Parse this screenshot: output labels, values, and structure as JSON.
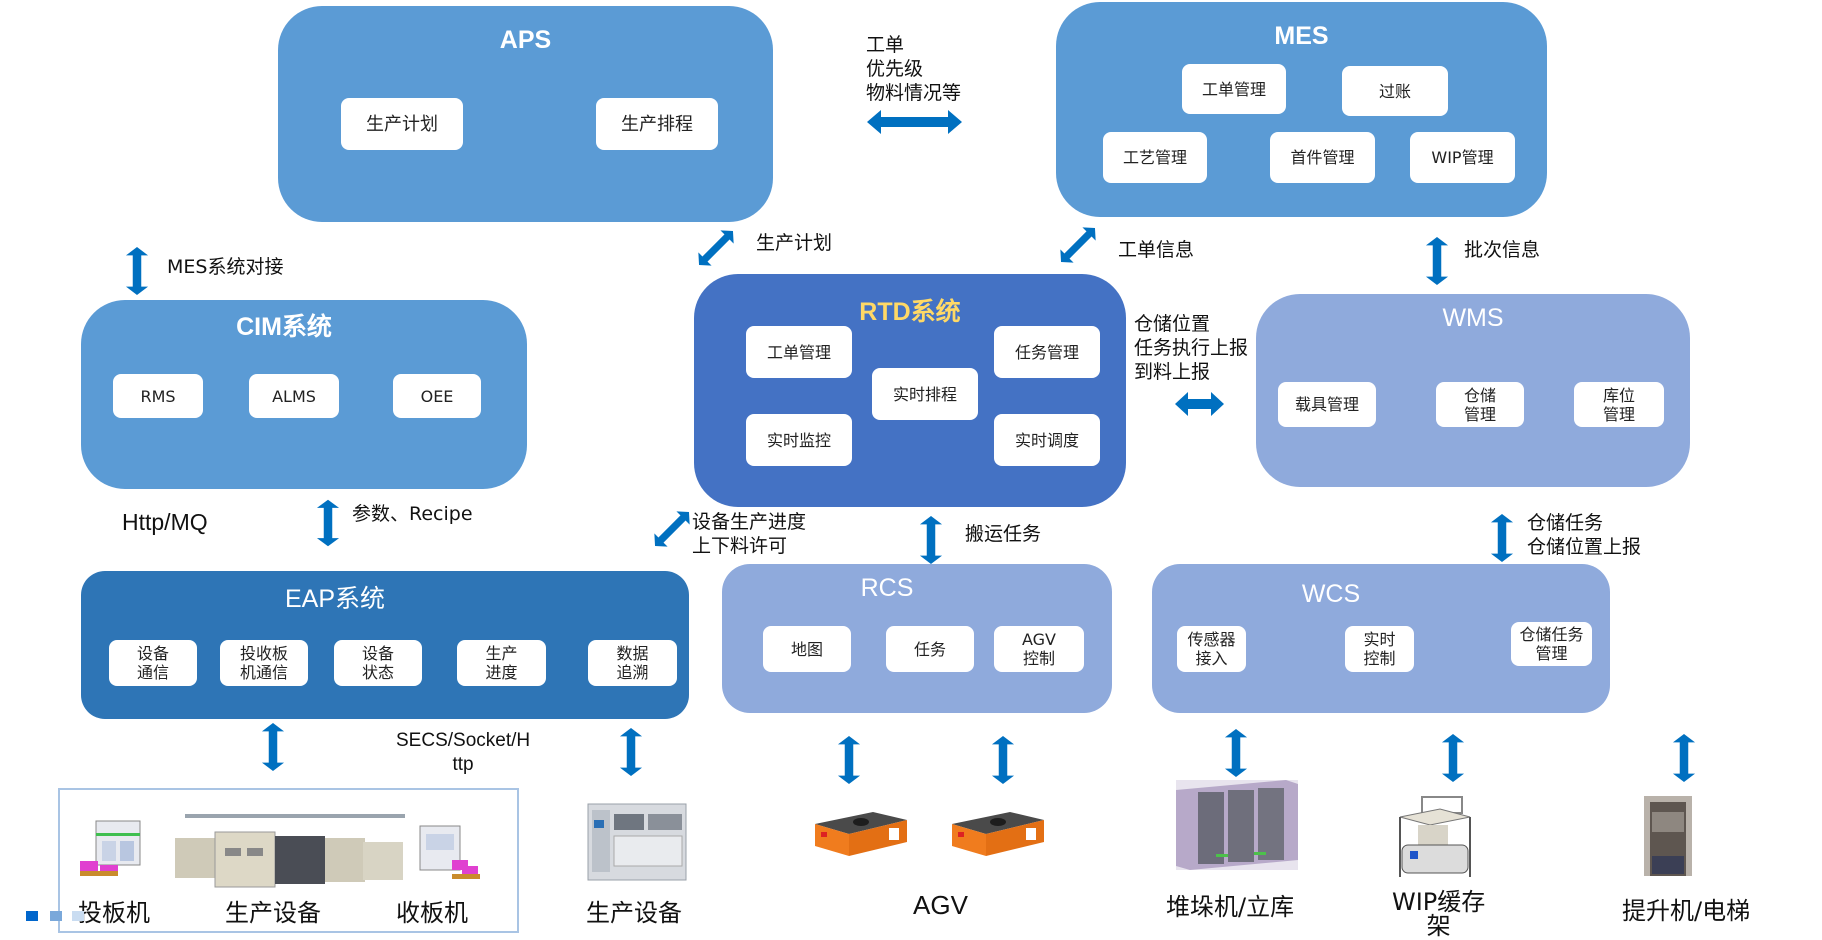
{
  "systems": {
    "aps": {
      "title": "APS",
      "modules": [
        "生产计划",
        "生产排程"
      ]
    },
    "mes": {
      "title": "MES",
      "modules": [
        "工单管理",
        "过账",
        "工艺管理",
        "首件管理",
        "WIP管理"
      ]
    },
    "cim": {
      "title": "CIM系统",
      "modules": [
        "RMS",
        "ALMS",
        "OEE"
      ]
    },
    "rtd": {
      "title": "RTD系统",
      "title_color": "#ffd966",
      "modules": [
        "工单管理",
        "任务管理",
        "实时排程",
        "实时监控",
        "实时调度"
      ]
    },
    "wms": {
      "title": "WMS",
      "modules": [
        "载具管理",
        "仓储\n管理",
        "库位\n管理"
      ]
    },
    "eap": {
      "title": "EAP系统",
      "modules": [
        "设备\n通信",
        "投收板\n机通信",
        "设备\n状态",
        "生产\n进度",
        "数据\n追溯"
      ]
    },
    "rcs": {
      "title": "RCS",
      "modules": [
        "地图",
        "任务",
        "AGV\n控制"
      ]
    },
    "wcs": {
      "title": "WCS",
      "modules": [
        "传感器\n接入",
        "实时\n控制",
        "仓储任务\n管理"
      ]
    }
  },
  "links": {
    "aps_mes": "工单\n优先级\n物料情况等",
    "aps_rtd": "生产计划",
    "mes_rtd": "工单信息",
    "mes_wms": "批次信息",
    "mes_cim": "MES系统对接",
    "rtd_wms": "仓储位置\n任务执行上报\n到料上报",
    "cim_eap": "参数、Recipe",
    "cim_eap_protocol": "Http/MQ",
    "eap_rtd": "设备生产进度\n上下料许可",
    "rtd_rcs": "搬运任务",
    "wms_wcs": "仓储任务\n仓储位置上报",
    "eap_devices_protocol": "SECS/Socket/H\nttp"
  },
  "devices": {
    "loader": "投板机",
    "line_equipment": "生产设备",
    "unloader": "收板机",
    "standalone_equipment": "生产设备",
    "agv": "AGV",
    "stacker": "堆垛机/立库",
    "wip_buffer": "WIP缓存\n架",
    "elevator": "提升机/电梯"
  },
  "colors": {
    "arrow": "#0070c0",
    "aps_mes_cim": "#5b9bd5",
    "rtd": "#4472c4",
    "eap": "#2e75b6",
    "light_systems": "#8faadc",
    "rtd_title": "#ffd966"
  }
}
